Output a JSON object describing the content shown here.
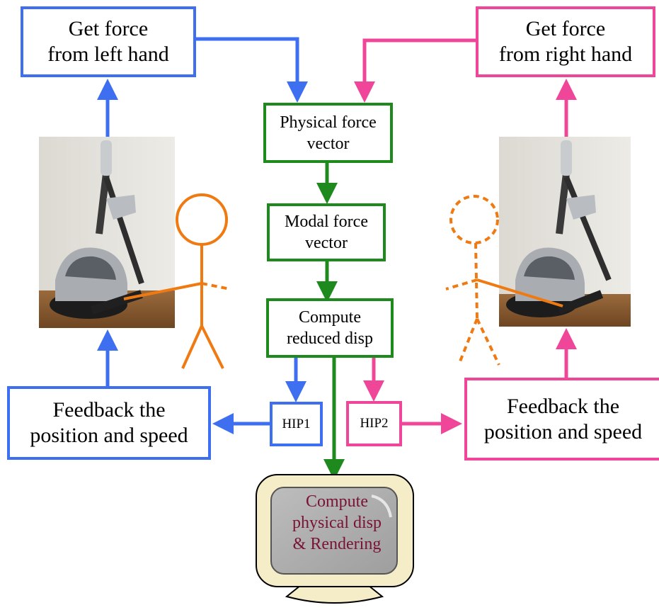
{
  "boxes": {
    "get_force_left": "Get force\nfrom left hand",
    "get_force_right": "Get force\nfrom right hand",
    "physical_force": "Physical force\nvector",
    "modal_force": "Modal force\nvector",
    "compute_reduced": "Compute\nreduced disp",
    "hip1": "HIP1",
    "hip2": "HIP2",
    "feedback_left": "Feedback the\nposition and speed",
    "feedback_right": "Feedback the\nposition and speed",
    "monitor": "Compute\nphysical disp\n& Rendering"
  },
  "colors": {
    "left": "#3d6ff0",
    "right": "#f0469a",
    "core": "#1e8a1e",
    "figure": "#f07a12",
    "monitor_text": "#7a1236"
  },
  "images": [
    "haptic-device-photo-left",
    "haptic-device-photo-right"
  ]
}
